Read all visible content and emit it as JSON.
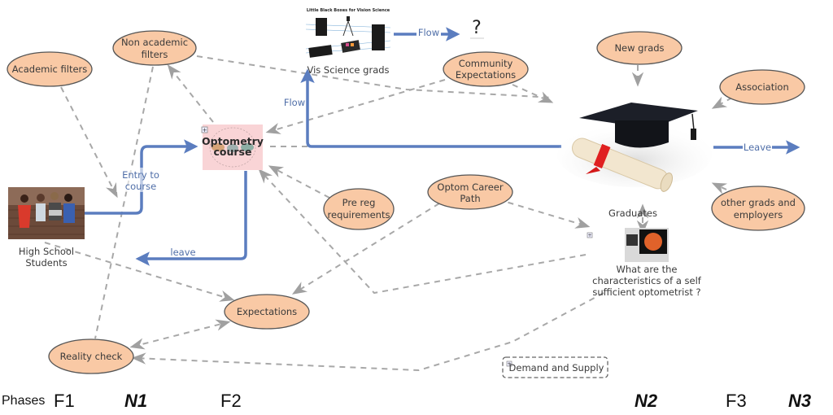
{
  "nodes": {
    "academic_filters": "Academic filters",
    "non_academic_filters": [
      "Non academic",
      "filters"
    ],
    "community_expectations": [
      "Community",
      "Expectations"
    ],
    "new_grads": "New grads",
    "association": "Association",
    "pre_reg": [
      "Pre reg",
      "requirements"
    ],
    "optom_career": [
      "Optom Career",
      "Path"
    ],
    "other_grads": [
      "other grads and",
      "employers"
    ],
    "expectations": "Expectations",
    "reality_check": "Reality check"
  },
  "images": {
    "high_school": [
      "High School",
      "Students"
    ],
    "optometry_course": [
      "Optometry",
      "course"
    ],
    "vis_science": "Vis Science grads",
    "vis_science_caption": "Little Black Boxes for Vision Science",
    "graduates": "Graduates",
    "question": [
      "What are the",
      "characteristics of a self",
      "sufficient optometrist ?"
    ]
  },
  "flows": {
    "entry": [
      "Entry to",
      "course"
    ],
    "leave_course": "leave",
    "flow_up": "Flow",
    "flow_right": "Flow",
    "unknown": "?",
    "leave_grad": "Leave"
  },
  "demand_supply": "Demand and Supply",
  "phases": {
    "label": "Phases",
    "items": [
      "F1",
      "N1",
      "F2",
      "N2",
      "F3",
      "N3"
    ]
  },
  "colors": {
    "node_fill": "#f9c9a5",
    "node_stroke": "#555555",
    "flow": "#5b7dbf",
    "dash": "#a8a8a8"
  }
}
